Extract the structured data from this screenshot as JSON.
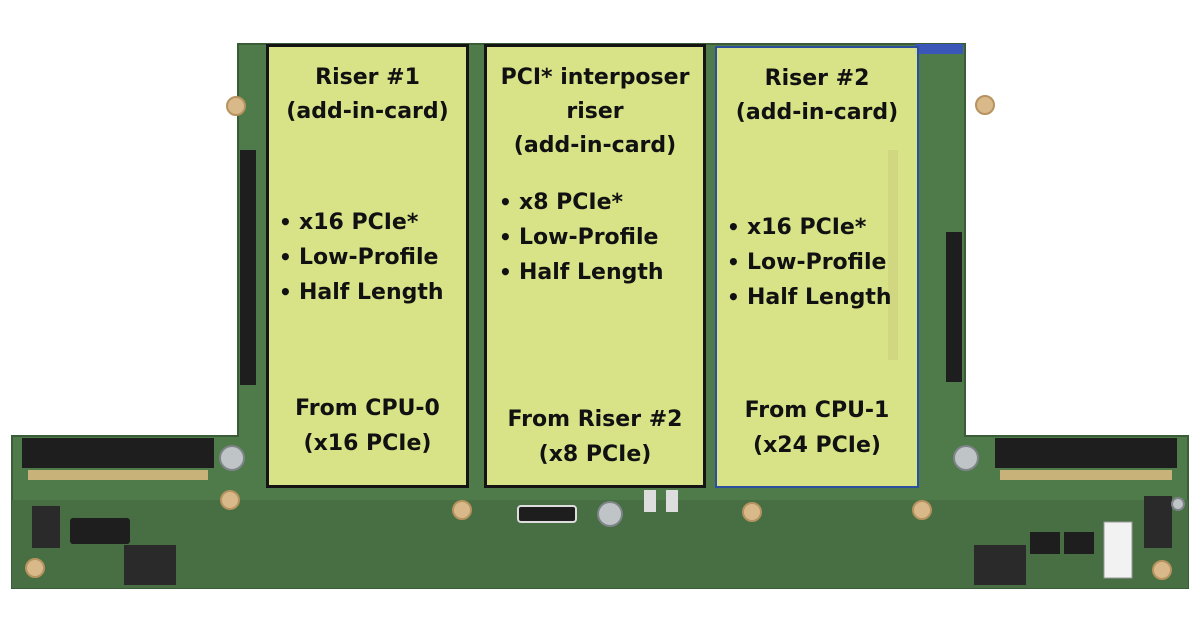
{
  "colors": {
    "board": "#4f7a4a",
    "board_dark": "#3d6239",
    "panel_fill": "#ffff99",
    "panel_border": "#141414",
    "panel_border_blue": "#2b4f9e",
    "slot": "#1e1e1e",
    "mount": "#d9b98a"
  },
  "panels": [
    {
      "title_lines": [
        "Riser #1",
        "(add-in-card)"
      ],
      "bullets": [
        "x16 PCIe*",
        "Low-Profile",
        "Half Length"
      ],
      "footer_lines": [
        "From CPU-0",
        "(x16 PCIe)"
      ]
    },
    {
      "title_lines": [
        "PCI* interposer",
        "riser",
        "(add-in-card)"
      ],
      "bullets": [
        "x8 PCIe*",
        "Low-Profile",
        "Half Length"
      ],
      "footer_lines": [
        "From Riser #2",
        "(x8 PCIe)"
      ]
    },
    {
      "title_lines": [
        "Riser #2",
        "(add-in-card)"
      ],
      "bullets": [
        "x16 PCIe*",
        "Low-Profile",
        "Half Length"
      ],
      "footer_lines": [
        "From CPU-1",
        "(x24 PCIe)"
      ]
    }
  ]
}
